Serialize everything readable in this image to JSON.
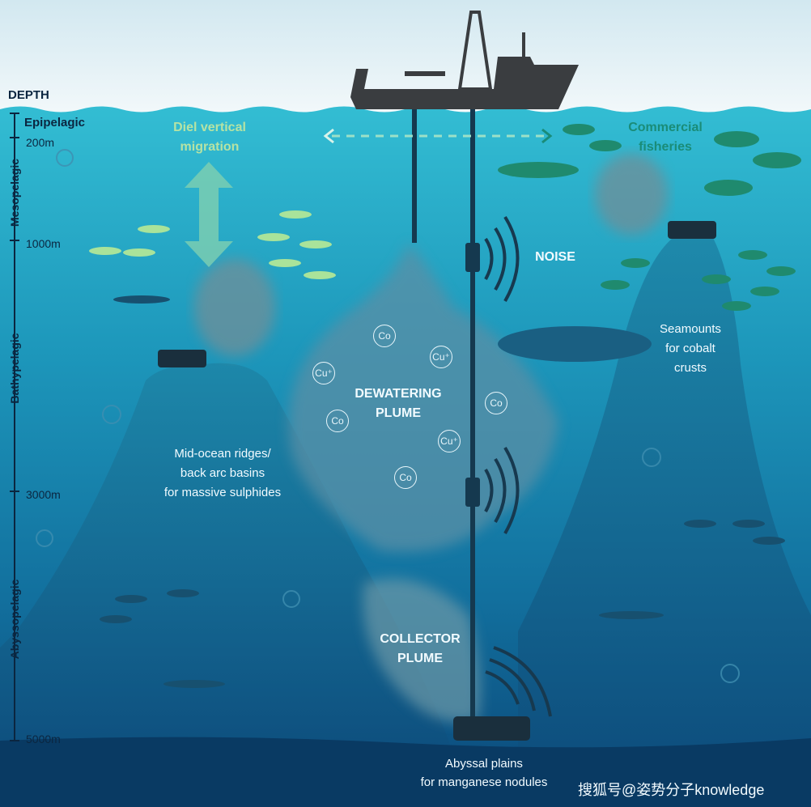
{
  "depth_axis": {
    "title": "DEPTH",
    "zones": [
      "Epipelagic",
      "Mesopelagic",
      "Bathypelagic",
      "Abyssopelagic"
    ],
    "markers": [
      "200m",
      "1000m",
      "3000m",
      "5000m"
    ]
  },
  "labels": {
    "diel": [
      "Diel vertical",
      "migration"
    ],
    "fisheries": [
      "Commercial",
      "fisheries"
    ],
    "noise": "NOISE",
    "seamounts": [
      "Seamounts",
      "for cobalt",
      "crusts"
    ],
    "dewatering": [
      "DEWATERING",
      "PLUME"
    ],
    "ridges": [
      "Mid-ocean ridges/",
      "back arc basins",
      "for massive sulphides"
    ],
    "collector": [
      "COLLECTOR",
      "PLUME"
    ],
    "abyssal": [
      "Abyssal plains",
      "for manganese nodules"
    ]
  },
  "chemicals": [
    "Co",
    "Cu⁺",
    "Cu⁺",
    "Co",
    "Co",
    "Cu⁺",
    "Co"
  ],
  "watermark": "搜狐号@姿势分子knowledge",
  "colors": {
    "sky": "#e3f1f6",
    "surface_water": "#2bb4cd",
    "deep_water": "#0c4a78",
    "diel_text": "#b5e3a4",
    "fisheries_text": "#1a8c78",
    "ship": "#3a3d40"
  }
}
